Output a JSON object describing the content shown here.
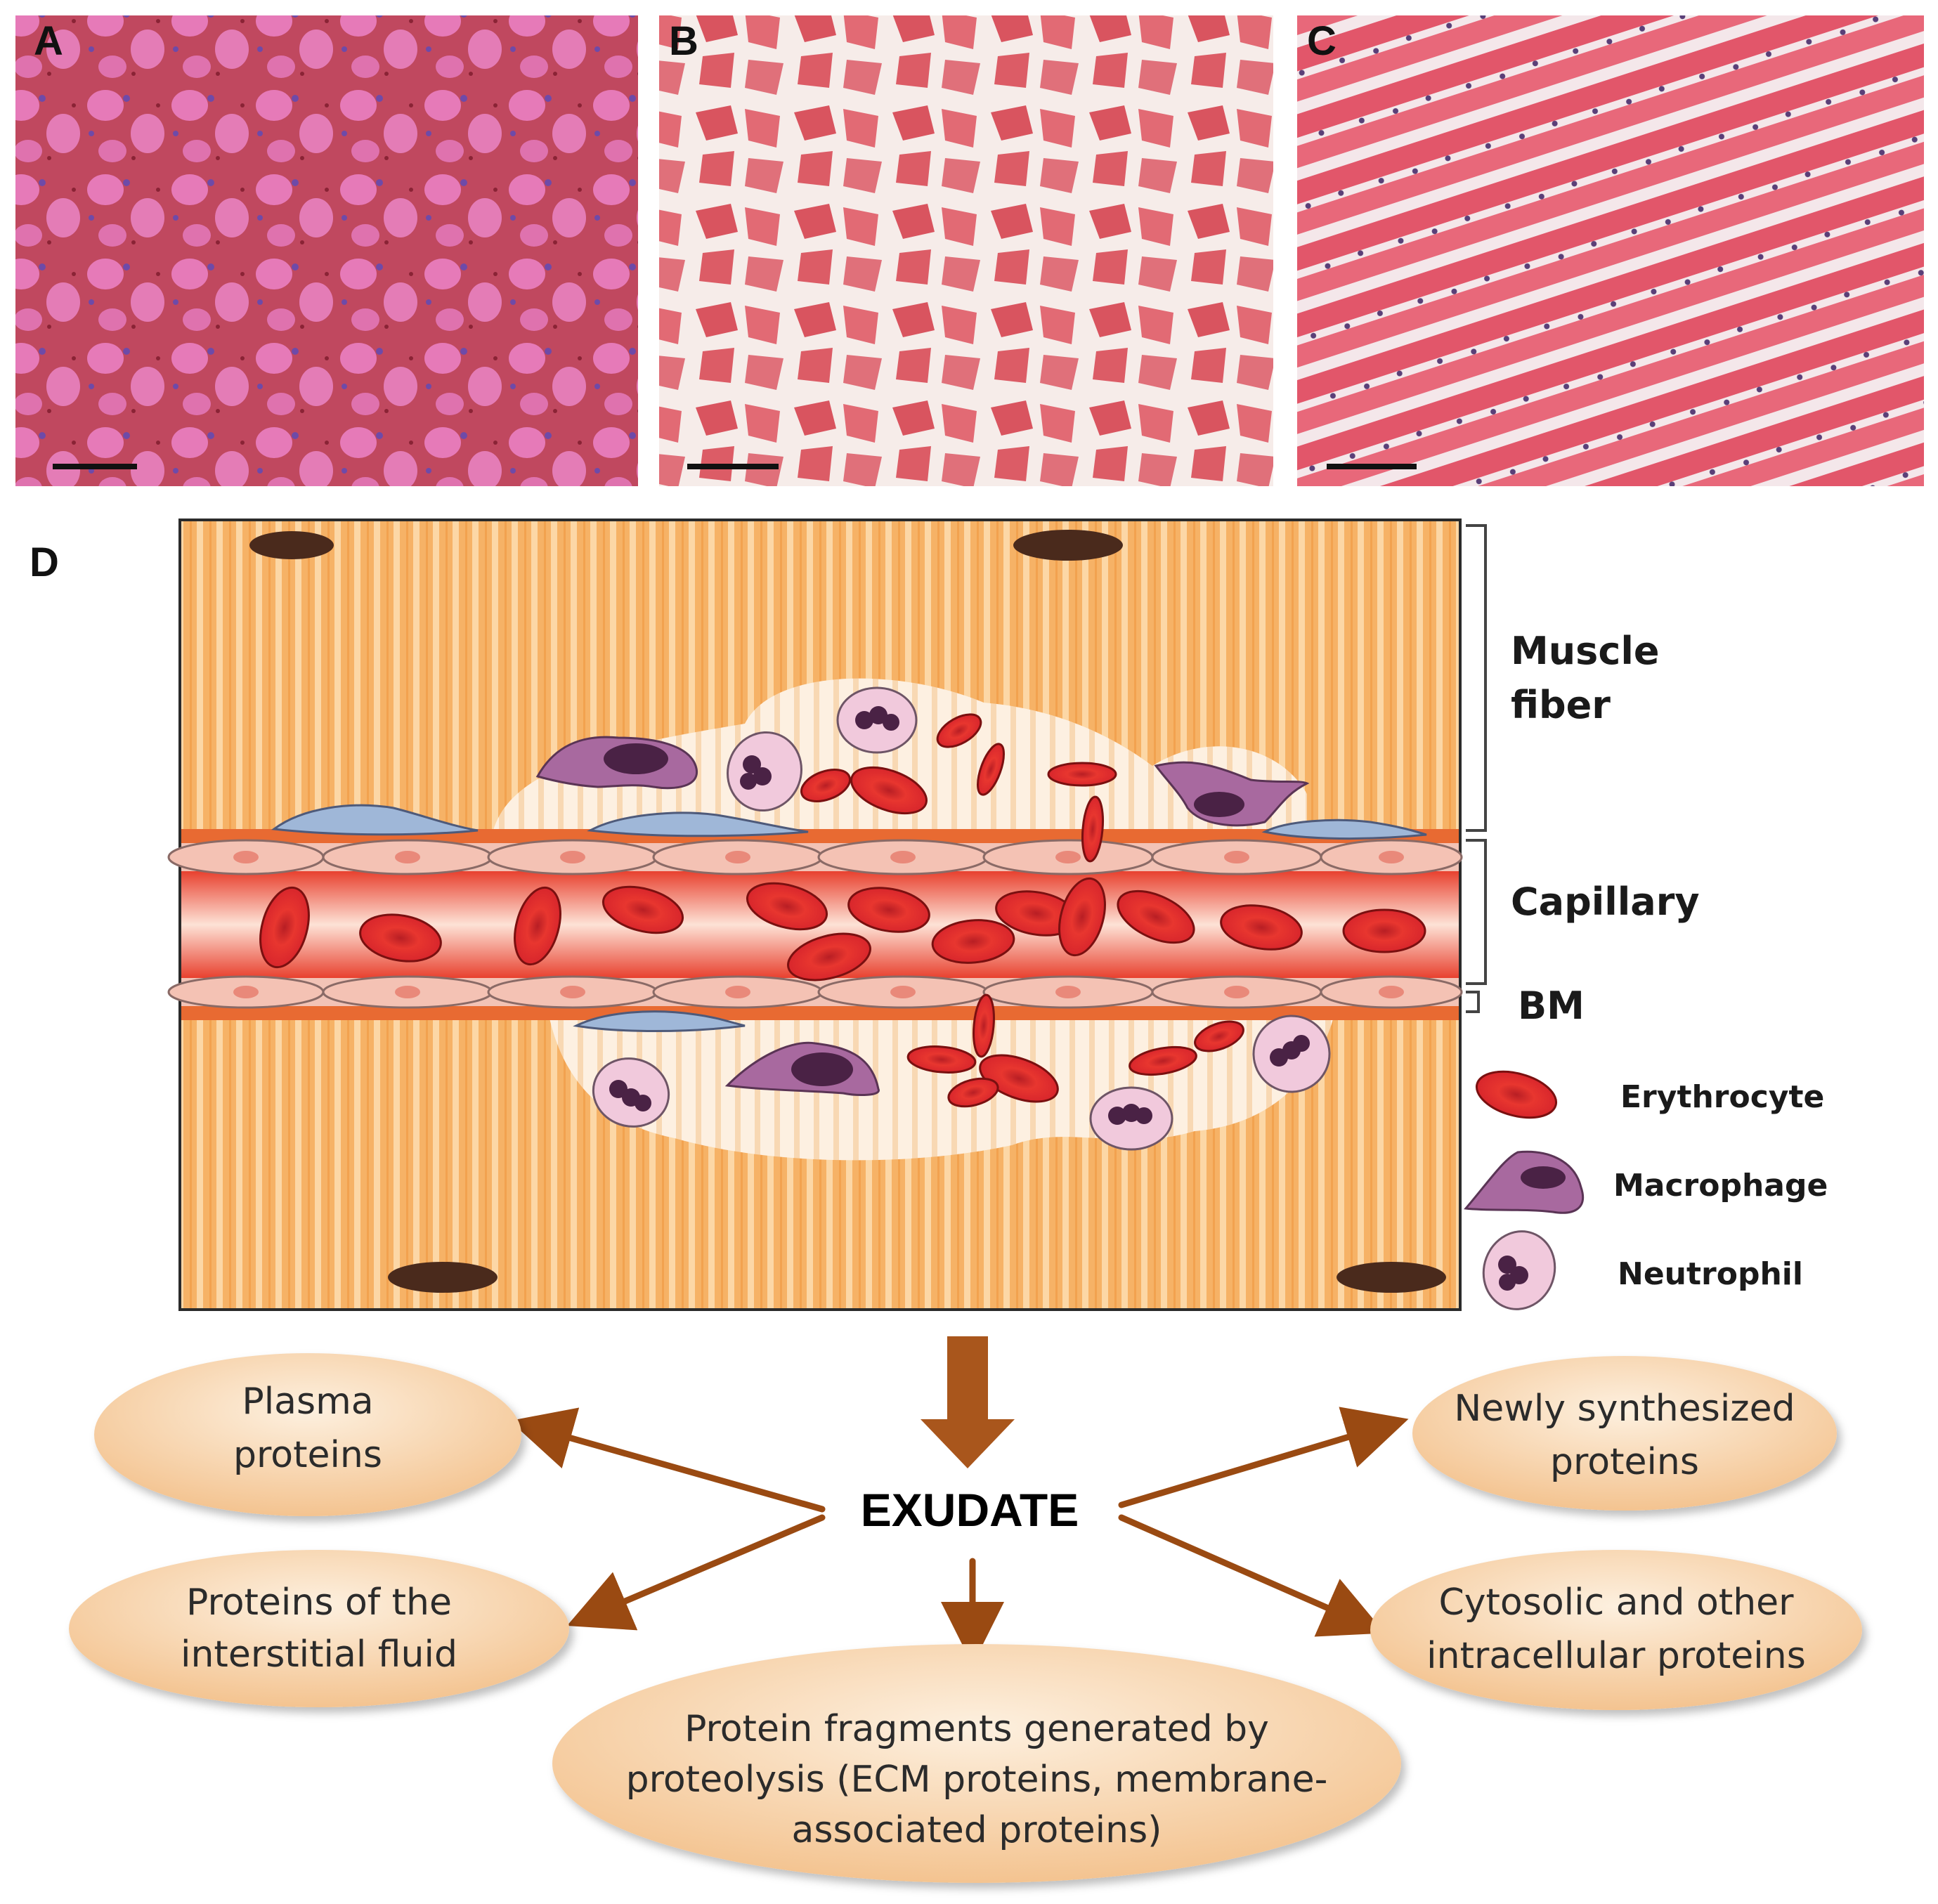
{
  "panels": {
    "a_label": "A",
    "b_label": "B",
    "c_label": "C",
    "d_label": "D"
  },
  "diagram": {
    "muscle_fiber_line1": "Muscle",
    "muscle_fiber_line2": "fiber",
    "capillary": "Capillary",
    "bm": "BM"
  },
  "legend": {
    "erythrocyte": "Erythrocyte",
    "macrophage": "Macrophage",
    "neutrophil": "Neutrophil"
  },
  "flow": {
    "center": "EXUDATE",
    "plasma_line1": "Plasma",
    "plasma_line2": "proteins",
    "interstitial_line1": "Proteins of the",
    "interstitial_line2": "interstitial fluid",
    "fragments_line1": "Protein fragments generated by",
    "fragments_line2": "proteolysis (ECM proteins, membrane-",
    "fragments_line3": "associated proteins)",
    "newly_line1": "Newly synthesized",
    "newly_line2": "proteins",
    "cytosolic_line1": "Cytosolic and other",
    "cytosolic_line2": "intracellular  proteins"
  },
  "colors": {
    "muscle": "#f6b266",
    "erythrocyte": "#d8262c",
    "macrophage": "#a8699f",
    "neutrophil": "#f1c9dc",
    "oval_fill": "#f7d2a4",
    "arrow": "#9a4a12"
  }
}
